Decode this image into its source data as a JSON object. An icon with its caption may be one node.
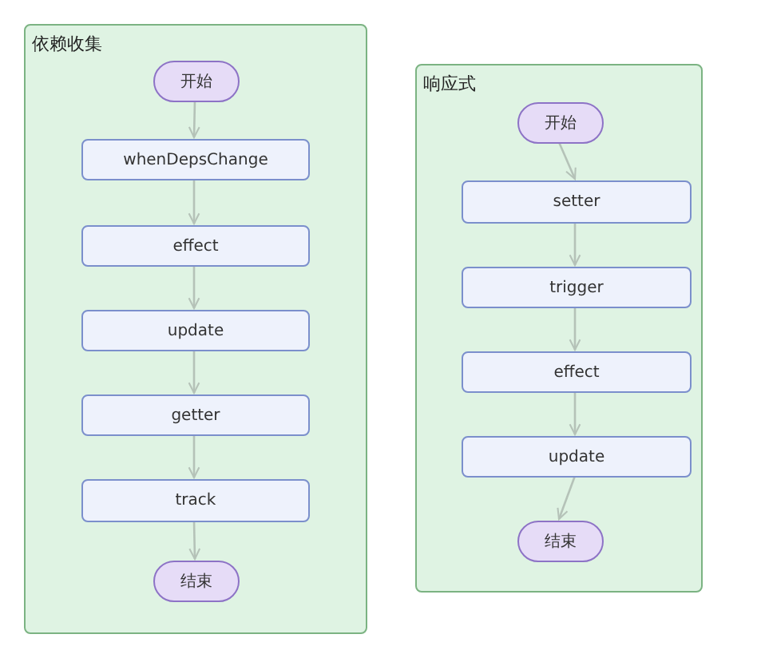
{
  "diagram": {
    "nodes": [
      {
        "text": [
          "依赖收集"
        ]
      },
      {
        "text": [
          "开始"
        ],
        "in": 0
      },
      {
        "text": [
          "whenDepsChange"
        ],
        "in": 0
      },
      {
        "text": [
          "effect"
        ],
        "in": 0
      },
      {
        "text": [
          "update"
        ],
        "in": 0
      },
      {
        "text": [
          "getter"
        ],
        "in": 0
      },
      {
        "text": [
          "track"
        ],
        "in": 0
      },
      {
        "text": [
          "结束"
        ],
        "in": 0
      },
      {
        "text": [
          "响应式"
        ]
      },
      {
        "text": [
          "开始"
        ],
        "in": 8
      },
      {
        "text": [
          "setter"
        ],
        "in": 8
      },
      {
        "text": [
          "trigger"
        ],
        "in": 8
      },
      {
        "text": [
          "effect"
        ],
        "in": 8
      },
      {
        "text": [
          "update"
        ],
        "in": 8
      },
      {
        "text": [
          "结束"
        ],
        "in": 8
      }
    ],
    "edges": [
      {
        "from": 1,
        "to": 2,
        "arrow": "to"
      },
      {
        "from": 2,
        "to": 3,
        "arrow": "to"
      },
      {
        "from": 3,
        "to": 4,
        "arrow": "to"
      },
      {
        "from": 4,
        "to": 5,
        "arrow": "to"
      },
      {
        "from": 5,
        "to": 6,
        "arrow": "to"
      },
      {
        "from": 6,
        "to": 7,
        "arrow": "to"
      },
      {
        "from": 9,
        "to": 10,
        "arrow": "to"
      },
      {
        "from": 10,
        "to": 11,
        "arrow": "to"
      },
      {
        "from": 11,
        "to": 12,
        "arrow": "to"
      },
      {
        "from": 12,
        "to": 13,
        "arrow": "to"
      },
      {
        "from": 13,
        "to": 14,
        "arrow": "to"
      }
    ]
  }
}
